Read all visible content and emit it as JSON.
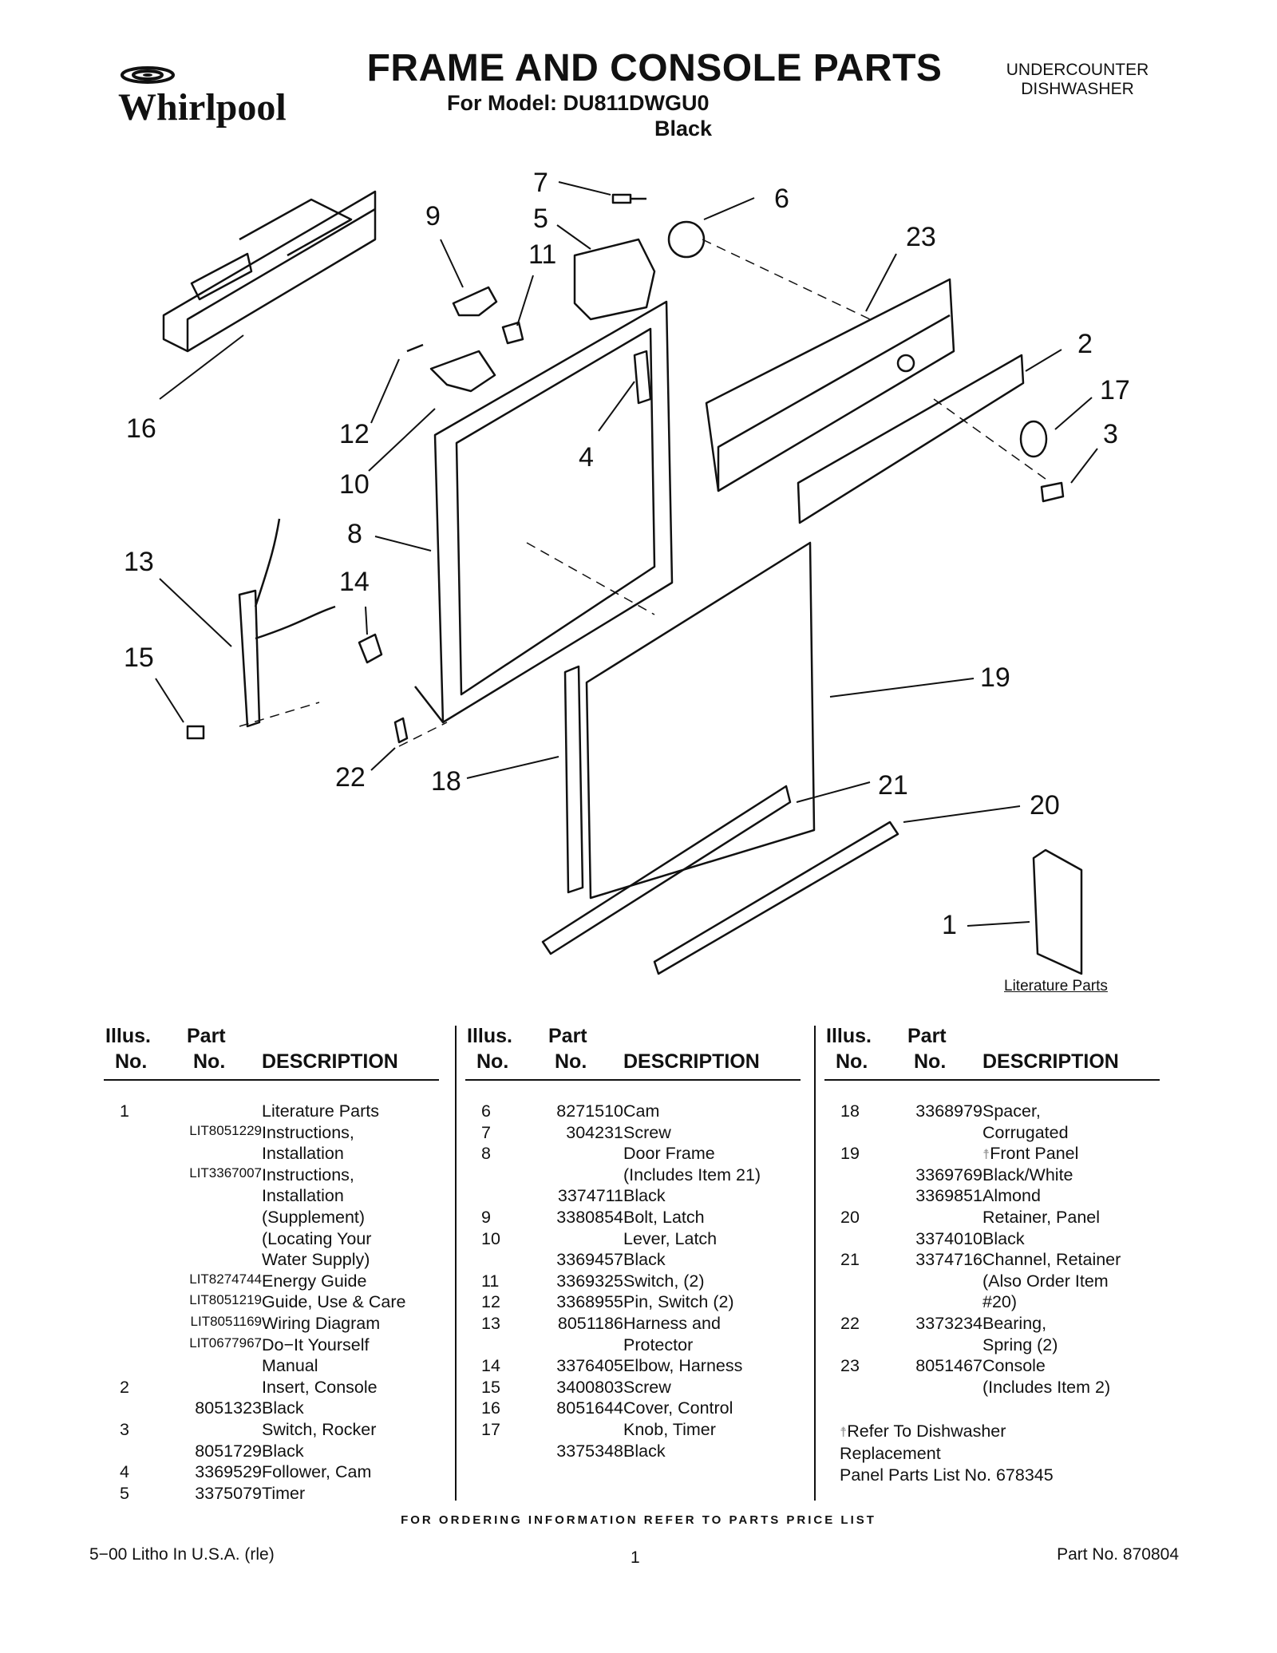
{
  "header": {
    "brand": "Whirlpool",
    "title": "FRAME AND CONSOLE PARTS",
    "subtitle": "For Model: DU811DWGU0",
    "color": "Black",
    "type_line1": "UNDERCOUNTER",
    "type_line2": "DISHWASHER"
  },
  "diagram": {
    "callouts": [
      "7",
      "6",
      "9",
      "5",
      "23",
      "11",
      "2",
      "17",
      "16",
      "12",
      "3",
      "4",
      "10",
      "8",
      "13",
      "14",
      "19",
      "15",
      "22",
      "18",
      "21",
      "20",
      "1"
    ],
    "literature_caption": "Literature Parts"
  },
  "columns": {
    "illus_label": "Illus.",
    "no_label": "No.",
    "part_label": "Part",
    "desc_label": "DESCRIPTION"
  },
  "col1": [
    {
      "il": "1",
      "pn": "",
      "ds": "Literature Parts"
    },
    {
      "il": "",
      "pn": "LIT8051229",
      "ds": "Instructions,"
    },
    {
      "il": "",
      "pn": "",
      "ds": "Installation"
    },
    {
      "il": "",
      "pn": "LIT3367007",
      "ds": "Instructions,"
    },
    {
      "il": "",
      "pn": "",
      "ds": "Installation"
    },
    {
      "il": "",
      "pn": "",
      "ds": "(Supplement)"
    },
    {
      "il": "",
      "pn": "",
      "ds": "(Locating Your"
    },
    {
      "il": "",
      "pn": "",
      "ds": "Water Supply)"
    },
    {
      "il": "",
      "pn": "LIT8274744",
      "ds": "Energy Guide"
    },
    {
      "il": "",
      "pn": "LIT8051219",
      "ds": "Guide, Use & Care"
    },
    {
      "il": "",
      "pn": "LIT8051169",
      "ds": "Wiring Diagram"
    },
    {
      "il": "",
      "pn": "LIT0677967",
      "ds": "Do−It Yourself"
    },
    {
      "il": "",
      "pn": "",
      "ds": "Manual"
    },
    {
      "il": "2",
      "pn": "",
      "ds": "Insert, Console"
    },
    {
      "il": "",
      "pn": "8051323",
      "ds": "Black"
    },
    {
      "il": "3",
      "pn": "",
      "ds": "Switch, Rocker"
    },
    {
      "il": "",
      "pn": "8051729",
      "ds": "Black"
    },
    {
      "il": "4",
      "pn": "3369529",
      "ds": "Follower, Cam"
    },
    {
      "il": "5",
      "pn": "3375079",
      "ds": "Timer"
    }
  ],
  "col2": [
    {
      "il": "6",
      "pn": "8271510",
      "ds": "Cam"
    },
    {
      "il": "7",
      "pn": "304231",
      "ds": "Screw"
    },
    {
      "il": "8",
      "pn": "",
      "ds": "Door Frame"
    },
    {
      "il": "",
      "pn": "",
      "ds": "(Includes Item 21)"
    },
    {
      "il": "",
      "pn": "3374711",
      "ds": "Black"
    },
    {
      "il": "9",
      "pn": "3380854",
      "ds": "Bolt, Latch"
    },
    {
      "il": "10",
      "pn": "",
      "ds": "Lever, Latch"
    },
    {
      "il": "",
      "pn": "3369457",
      "ds": "Black"
    },
    {
      "il": "11",
      "pn": "3369325",
      "ds": "Switch, (2)"
    },
    {
      "il": "12",
      "pn": "3368955",
      "ds": "Pin, Switch (2)"
    },
    {
      "il": "13",
      "pn": "8051186",
      "ds": "Harness and"
    },
    {
      "il": "",
      "pn": "",
      "ds": "Protector"
    },
    {
      "il": "14",
      "pn": "3376405",
      "ds": "Elbow, Harness"
    },
    {
      "il": "15",
      "pn": "3400803",
      "ds": "Screw"
    },
    {
      "il": "16",
      "pn": "8051644",
      "ds": "Cover, Control"
    },
    {
      "il": "17",
      "pn": "",
      "ds": "Knob, Timer"
    },
    {
      "il": "",
      "pn": "3375348",
      "ds": "Black"
    }
  ],
  "col3": [
    {
      "il": "18",
      "pn": "3368979",
      "ds": "Spacer,"
    },
    {
      "il": "",
      "pn": "",
      "ds": "Corrugated"
    },
    {
      "il": "19",
      "pn": "",
      "ds": "Front Panel",
      "mark": "☨"
    },
    {
      "il": "",
      "pn": "3369769",
      "ds": "Black/White"
    },
    {
      "il": "",
      "pn": "3369851",
      "ds": "Almond"
    },
    {
      "il": "20",
      "pn": "",
      "ds": "Retainer, Panel"
    },
    {
      "il": "",
      "pn": "3374010",
      "ds": "Black"
    },
    {
      "il": "21",
      "pn": "3374716",
      "ds": "Channel, Retainer"
    },
    {
      "il": "",
      "pn": "",
      "ds": "(Also Order Item"
    },
    {
      "il": "",
      "pn": "",
      "ds": "#20)"
    },
    {
      "il": "22",
      "pn": "3373234",
      "ds": "Bearing,"
    },
    {
      "il": "",
      "pn": "",
      "ds": "Spring (2)"
    },
    {
      "il": "23",
      "pn": "8051467",
      "ds": "Console"
    },
    {
      "il": "",
      "pn": "",
      "ds": "(Includes Item 2)"
    }
  ],
  "note": {
    "mark": "☨",
    "line1": "Refer To Dishwasher",
    "line2": "Replacement",
    "line3": "Panel Parts List No. 678345"
  },
  "footer": {
    "order_info": "FOR ORDERING INFORMATION REFER TO PARTS PRICE LIST",
    "litho": "5−00 Litho In U.S.A. (rle)",
    "page": "1",
    "part_no": "Part No. 870804"
  }
}
